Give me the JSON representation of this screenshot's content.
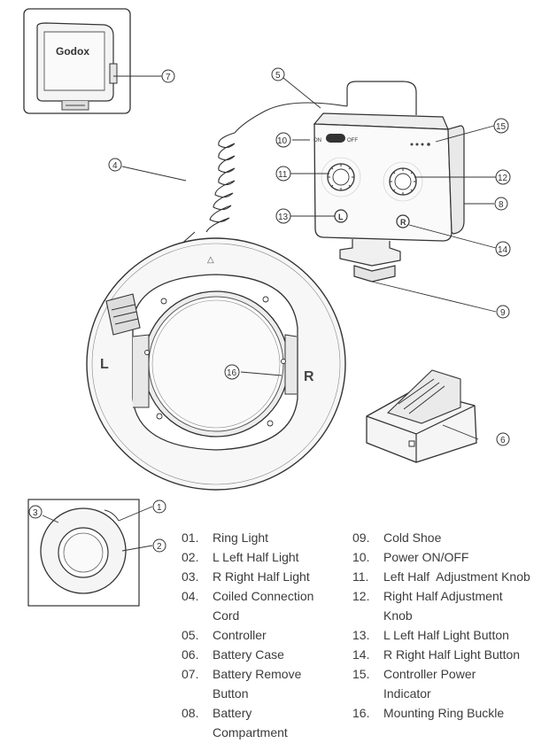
{
  "brand": "Godox",
  "ring_labels": {
    "left": "L",
    "right": "R"
  },
  "controller_labels": {
    "on": "ON",
    "off": "OFF",
    "left_button": "L",
    "right_button": "R"
  },
  "callouts": [
    "1",
    "2",
    "3",
    "4",
    "5",
    "6",
    "7",
    "8",
    "9",
    "10",
    "11",
    "12",
    "13",
    "14",
    "15",
    "16"
  ],
  "legend": {
    "column1": [
      {
        "num": "01.",
        "text": "Ring Light"
      },
      {
        "num": "02.",
        "text": "L Left Half Light"
      },
      {
        "num": "03.",
        "text": "R Right Half Light"
      },
      {
        "num": "04.",
        "text": "Coiled Connection",
        "text2": "Cord"
      },
      {
        "num": "05.",
        "text": "Controller"
      },
      {
        "num": "06.",
        "text": "Battery Case"
      },
      {
        "num": "07.",
        "text": "Battery Remove",
        "text2": "Button"
      },
      {
        "num": "08.",
        "text": "Battery",
        "text2": "Compartment"
      }
    ],
    "column2": [
      {
        "num": "09.",
        "text": "Cold Shoe"
      },
      {
        "num": "10.",
        "text": "Power ON/OFF"
      },
      {
        "num": "11.",
        "text": "Left Half  Adjustment Knob"
      },
      {
        "num": "12.",
        "text": "Right Half Adjustment",
        "text2": "Knob"
      },
      {
        "num": "13.",
        "text": "L Left Half Light Button"
      },
      {
        "num": "14.",
        "text": "R Right Half Light Button"
      },
      {
        "num": "15.",
        "text": "Controller Power",
        "text2": "Indicator"
      },
      {
        "num": "16.",
        "text": "Mounting Ring Buckle"
      }
    ]
  }
}
